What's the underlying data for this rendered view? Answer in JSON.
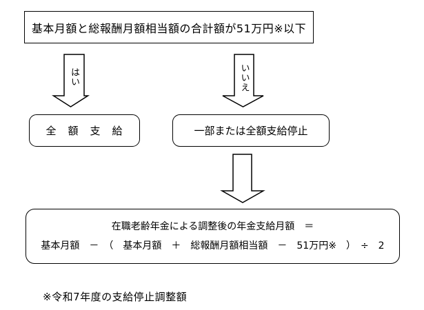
{
  "diagram": {
    "condition_box": {
      "text": "基本月額と総報酬月額相当額の合計額が51万円※以下"
    },
    "yes_branch": {
      "label": "はい",
      "result": "全　額　支　給"
    },
    "no_branch": {
      "label": "いいえ",
      "result": "一部または全額支給停止"
    },
    "formula_box": {
      "line1": "在職老齢年金による調整後の年金支給月額　＝",
      "line2": "基本月額　－　（　基本月額　＋　総報酬月額相当額　－　51万円※　）　÷　2"
    },
    "footnote": "※令和7年度の支給停止調整額",
    "colors": {
      "line": "#000000",
      "background": "#ffffff",
      "text": "#000000"
    }
  }
}
